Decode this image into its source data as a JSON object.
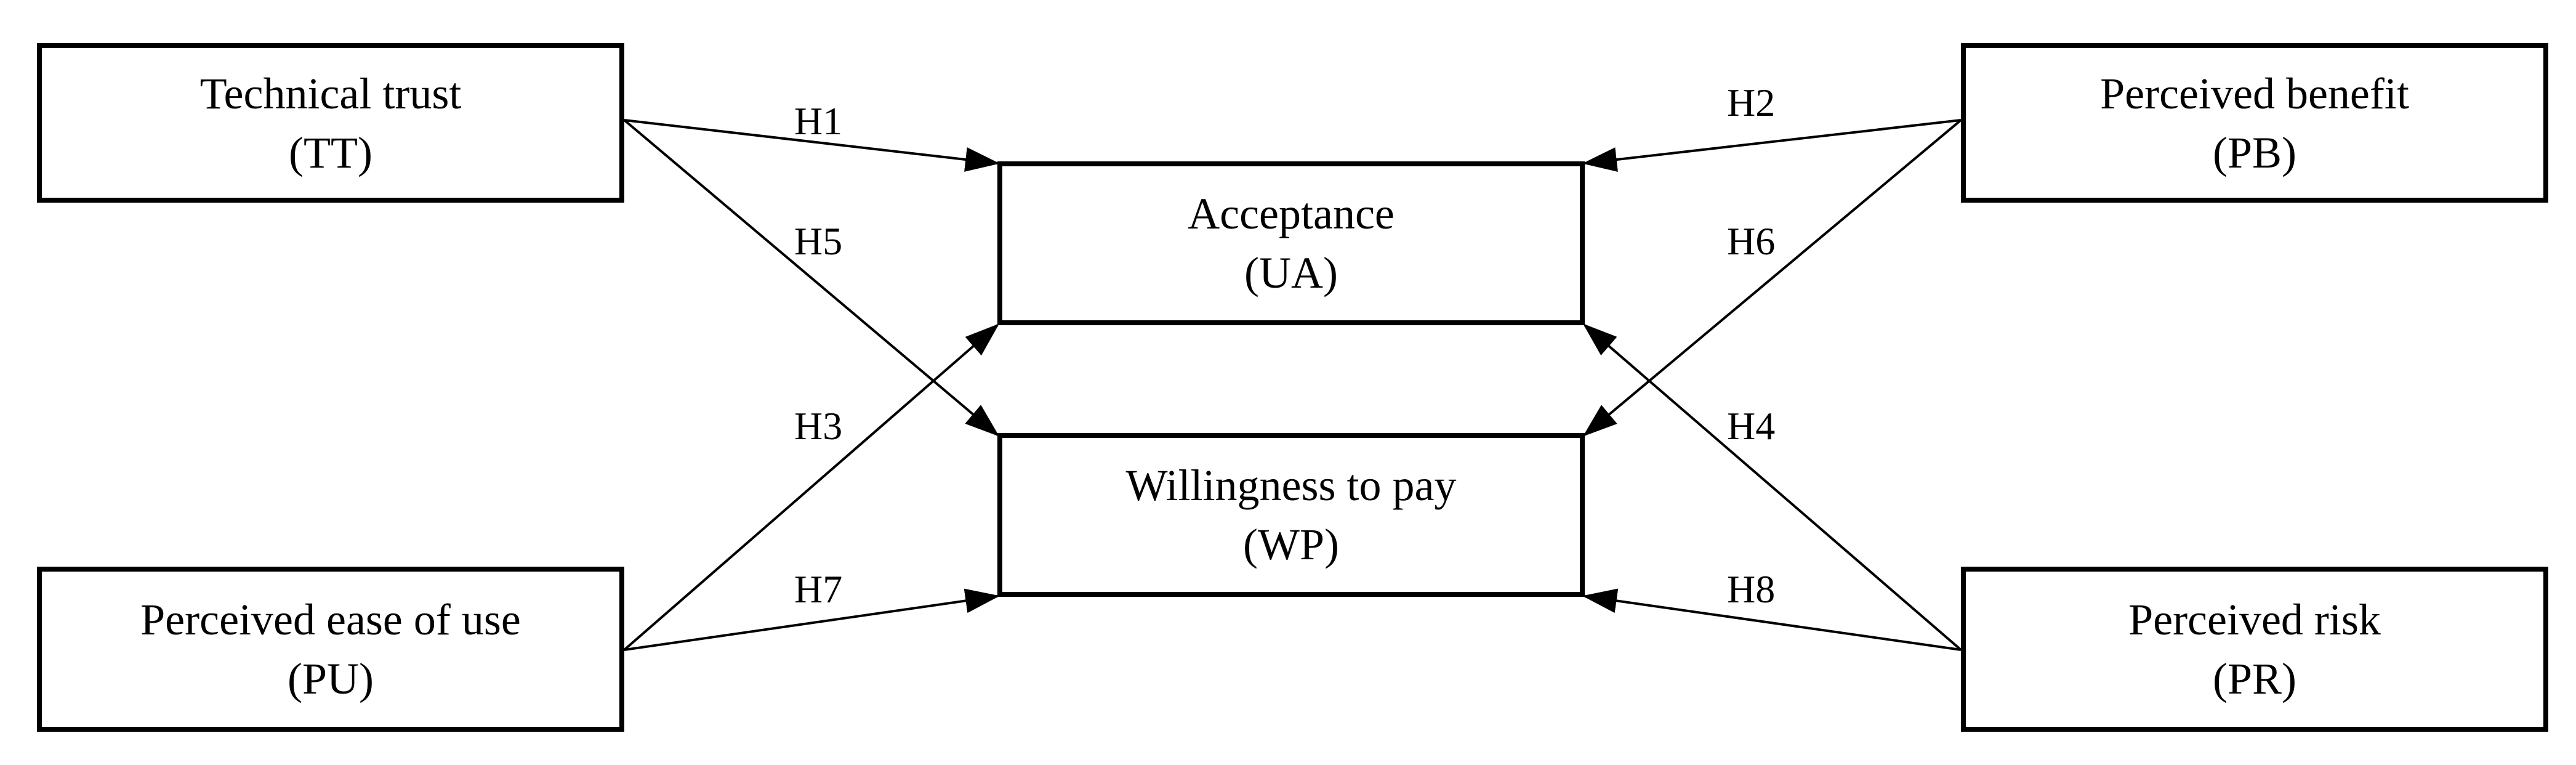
{
  "constructs": {
    "tt": {
      "name": "Technical trust",
      "abbr": "(TT)"
    },
    "pb": {
      "name": "Perceived benefit",
      "abbr": "(PB)"
    },
    "pu": {
      "name": "Perceived ease of use",
      "abbr": "(PU)"
    },
    "pr": {
      "name": "Perceived risk",
      "abbr": "(PR)"
    },
    "ua": {
      "name": "Acceptance",
      "abbr": "(UA)"
    },
    "wp": {
      "name": "Willingness to pay",
      "abbr": "(WP)"
    }
  },
  "hypotheses": {
    "h1": {
      "label": "H1",
      "from": "tt",
      "to": "ua"
    },
    "h2": {
      "label": "H2",
      "from": "pb",
      "to": "ua"
    },
    "h3": {
      "label": "H3",
      "from": "pu",
      "to": "ua"
    },
    "h4": {
      "label": "H4",
      "from": "pr",
      "to": "ua"
    },
    "h5": {
      "label": "H5",
      "from": "tt",
      "to": "wp"
    },
    "h6": {
      "label": "H6",
      "from": "pb",
      "to": "wp"
    },
    "h7": {
      "label": "H7",
      "from": "pu",
      "to": "wp"
    },
    "h8": {
      "label": "H8",
      "from": "pr",
      "to": "wp"
    }
  },
  "colors": {
    "line": "#000000",
    "background": "#ffffff"
  }
}
